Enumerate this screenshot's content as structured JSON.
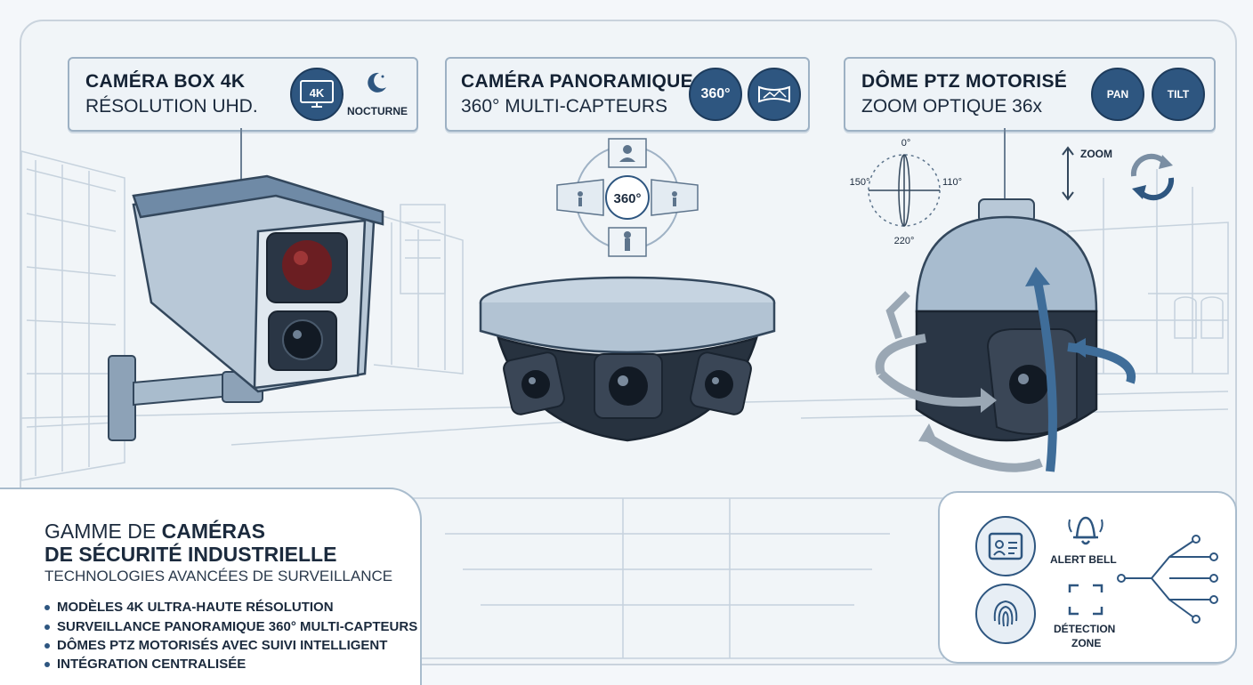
{
  "cards": [
    {
      "title": "CAMÉRA BOX 4K",
      "subtitle": "RÉSOLUTION UHD.",
      "badges": [
        "4K",
        "NOCTURNE"
      ]
    },
    {
      "title": "CAMÉRA PANORAMIQUE",
      "subtitle": "360° MULTI-CAPTEURS",
      "badges": [
        "360°",
        "panorama-icon"
      ]
    },
    {
      "title": "DÔME PTZ MOTORISÉ",
      "subtitle": "ZOOM OPTIQUE 36x",
      "badges": [
        "PAN",
        "TILT"
      ]
    }
  ],
  "panoramic": {
    "center_label": "360°"
  },
  "ptz_compass": {
    "n": "0°",
    "w": "150°",
    "e": "110°",
    "s": "220°",
    "zoom_label": "ZOOM"
  },
  "summary": {
    "line1_prefix": "GAMME DE ",
    "line1_bold": "CAMÉRAS",
    "line2": "DE SÉCURITÉ INDUSTRIELLE",
    "line3": "TECHNOLOGIES AVANCÉES DE SURVEILLANCE",
    "bullets": [
      "MODÈLES 4K ULTRA-HAUTE RÉSOLUTION",
      "SURVEILLANCE PANORAMIQUE 360° MULTI-CAPTEURS",
      "DÔMES PTZ MOTORISÉS AVEC SUIVI INTELLIGENT",
      "INTÉGRATION CENTRALISÉE"
    ]
  },
  "features": {
    "alert_label": "ALERT BELL",
    "zone_label_1": "DÉTECTION",
    "zone_label_2": "ZONE",
    "icons": [
      "id-card-icon",
      "fingerprint-icon",
      "bell-icon",
      "detection-zone-icon",
      "network-icon"
    ]
  },
  "colors": {
    "accent": "#2e5680",
    "line": "#9db1c4",
    "background": "#f4f7fa"
  }
}
